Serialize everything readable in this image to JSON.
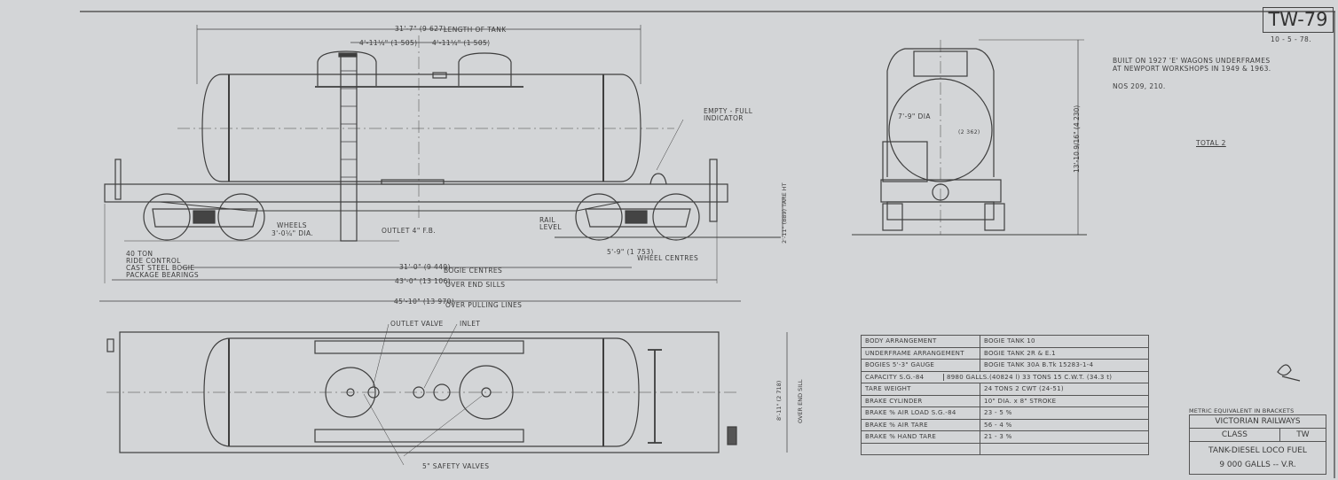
{
  "drawing_number": "TW-79",
  "date": "10 - 5 - 78.",
  "notes": {
    "built_line1": "BUILT ON 1927 'E' WAGONS UNDERFRAMES",
    "built_line2": "AT NEWPORT WORKSHOPS IN 1949 & 1963.",
    "numbers": "Nos 209, 210.",
    "total": "TOTAL 2"
  },
  "side_view": {
    "length_of_tank_dim": "31'-7\" (9 627)",
    "length_of_tank_label": "LENGTH OF TANK",
    "dome_spacing_left": "4'-11¼\" (1 505)",
    "dome_spacing_right": "4'-11¼\" (1 505)",
    "empty_full_indicator": [
      "EMPTY - FULL",
      "INDICATOR"
    ],
    "wheels": [
      "WHEELS",
      "3'-0¼\" DIA."
    ],
    "outlet": "OUTLET 4\" F.B.",
    "rail_level": [
      "RAIL",
      "LEVEL"
    ],
    "tare_height": "2'-11\" (889) TARE HT",
    "bogie_note": [
      "40 TON",
      "RIDE CONTROL",
      "CAST STEEL BOGIE",
      "PACKAGE BEARINGS"
    ],
    "wheel_centres_dim": "5'-9\" (1 753)",
    "wheel_centres_label": "WHEEL CENTRES",
    "bogie_centres_dim": "31'-0\" (9 449)",
    "bogie_centres_label": "BOGIE CENTRES",
    "over_end_sills_dim": "43'-0\" (13 106)",
    "over_end_sills_label": "OVER END SILLS",
    "over_pulling_lines_dim": "45'-10\" (13 970)",
    "over_pulling_lines_label": "OVER PULLING LINES"
  },
  "end_view": {
    "diameter": "7'-9\" DIA",
    "diameter_metric": "(2 362)",
    "height": "13'-10 9/16\" (4 230)"
  },
  "plan_view": {
    "outlet_valve": "OUTLET VALVE",
    "inlet": "INLET",
    "safety_valves": "5\" SAFETY VALVES",
    "width_dim": "8'-11\" (2 718)",
    "width_label": "OVER END SILL"
  },
  "spec_table": [
    [
      "BODY ARRANGEMENT",
      "BOGIE TANK 10"
    ],
    [
      "UNDERFRAME ARRANGEMENT",
      "BOGIE TANK 2R & E.1"
    ],
    [
      "BOGIES 5'-3\" GAUGE",
      "BOGIE TANK 30A  B.Tk 15283-1-4"
    ],
    [
      "CAPACITY S.G.-84",
      "8980 GALLS.(40824 l) 33 TONS 15 C.W.T. (34.3 t)"
    ],
    [
      "TARE WEIGHT",
      "24 TONS 2 CWT (24-51)"
    ],
    [
      "BRAKE CYLINDER",
      "10\" DIA. x 8\" STROKE"
    ],
    [
      "BRAKE % AIR LOAD S.G.-84",
      "23 - 5 %"
    ],
    [
      "BRAKE % AIR TARE",
      "56 - 4 %"
    ],
    [
      "BRAKE % HAND TARE",
      "21 - 3 %"
    ],
    [
      "",
      ""
    ]
  ],
  "title_block": {
    "metric_note": "METRIC EQUIVALENT IN BRACKETS",
    "railway": "VICTORIAN RAILWAYS",
    "class_label": "CLASS",
    "class_value": "TW",
    "description": "TANK-DIESEL LOCO FUEL",
    "capacity": "9 000 GALLS -- V.R."
  },
  "colors": {
    "paper": "#d3d5d7",
    "ink": "#3a3a3a"
  }
}
